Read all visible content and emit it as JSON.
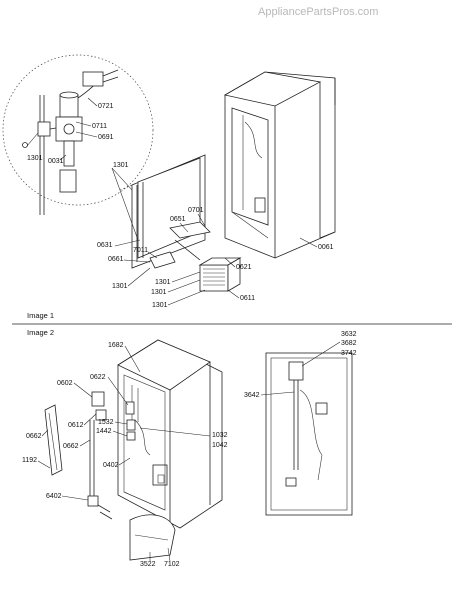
{
  "watermark": "AppliancePartsPros.com",
  "image1": {
    "caption": "Image 1",
    "labels": [
      "0721",
      "0711",
      "0691",
      "1301",
      "0031",
      "1301",
      "0701",
      "0651",
      "0631",
      "7011",
      "0661",
      "0061",
      "0621",
      "1301",
      "1301",
      "1301",
      "0611",
      "1301"
    ]
  },
  "image2": {
    "caption": "Image 2",
    "labels": [
      "1682",
      "0622",
      "0602",
      "1532",
      "0612",
      "1442",
      "0662",
      "0662",
      "1032",
      "1042",
      "0402",
      "1192",
      "6402",
      "3522",
      "7102",
      "3632",
      "3682",
      "3742",
      "3642"
    ]
  }
}
